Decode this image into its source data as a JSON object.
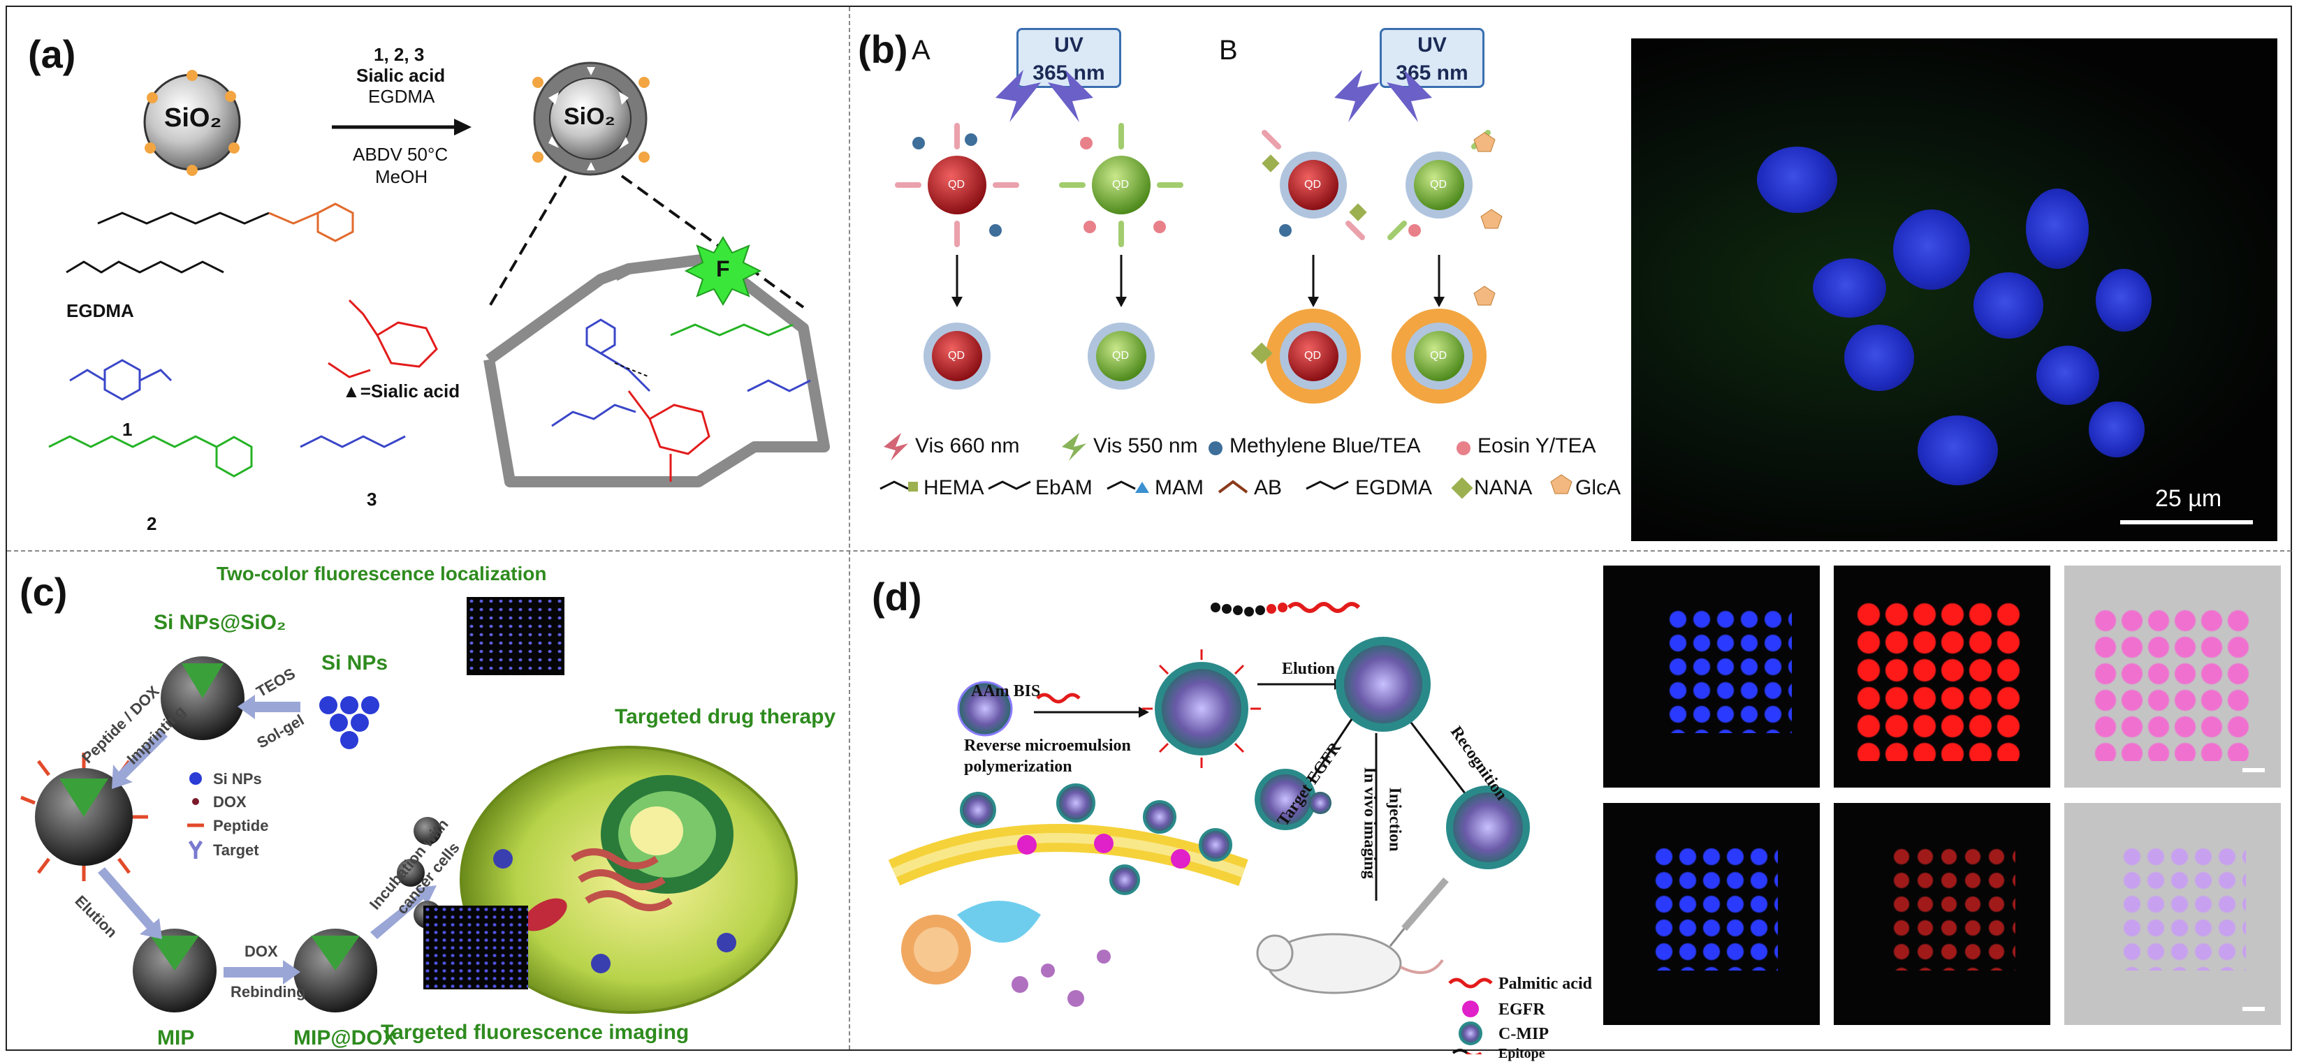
{
  "panel_a": {
    "label": "(a)",
    "core": "SiO₂",
    "reagents": "1, 2, 3",
    "reagent_sialic": "Sialic acid",
    "reagent_egdma": "EGDMA",
    "condition1": "ABDV 50°C",
    "condition2": "MeOH",
    "egdma_label": "EGDMA",
    "sialic_label": "▲=Sialic acid",
    "cmpd1": "1",
    "cmpd2": "2",
    "cmpd3": "3",
    "f_label": "F"
  },
  "panel_b": {
    "label": "(b)",
    "sub_a": "A",
    "sub_b": "B",
    "uv": "UV",
    "uv_nm": "365 nm",
    "qd": "QD",
    "legend": {
      "vis660": "Vis 660 nm",
      "vis550": "Vis 550 nm",
      "mb": "Methylene Blue/TEA",
      "eosin": "Eosin Y/TEA",
      "hema": "HEMA",
      "ebam": "EbAM",
      "mam": "MAM",
      "ab": "AB",
      "egdma": "EGDMA",
      "nana": "NANA",
      "glca": "GlcA"
    },
    "scale": "25 µm"
  },
  "panel_c": {
    "label": "(c)",
    "si_sio2": "Si NPs@SiO₂",
    "si_nps": "Si NPs",
    "teos": "TEOS",
    "solgel": "Sol-gel",
    "peptide_dox": "Peptide / DOX",
    "imprinting": "Imprinting",
    "elution": "Elution",
    "legend_si": "Si NPs",
    "legend_dox": "DOX",
    "legend_peptide": "Peptide",
    "legend_target": "Target",
    "mip": "MIP",
    "dox": "DOX",
    "rebinding": "Rebinding",
    "mip_dox": "MIP@DOX",
    "incubation": "Incubation with",
    "cancer": "cancer cells",
    "two_color": "Two-color fluorescence localization",
    "targeted_drug": "Targeted drug therapy",
    "targeted_fluo": "Targeted fluorescence imaging"
  },
  "panel_d": {
    "label": "(d)",
    "aam_bis": "AAm  BIS",
    "reverse1": "Reverse microemulsion",
    "reverse2": "polymerization",
    "elution": "Elution",
    "target_egfr": "Target EGFR",
    "in_vivo": "In vivo imaging",
    "injection": "Injection",
    "recognition": "Recognition",
    "legend_palmitic": "Palmitic acid",
    "legend_egfr": "EGFR",
    "legend_cmip": "C-MIP",
    "legend_epitope": "Epitope"
  },
  "colors": {
    "accent_green": "#2e8b1e",
    "qd_red": "#c0242a",
    "qd_green": "#7cb63a",
    "cell_blue": "#2433d6",
    "dox_red": "#e31b1b",
    "shell_orange": "#f2a541"
  }
}
